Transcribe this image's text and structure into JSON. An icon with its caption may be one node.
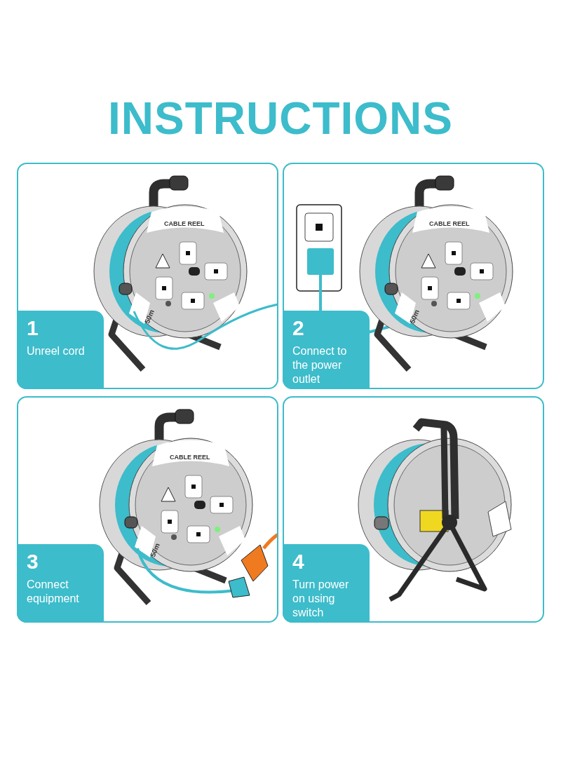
{
  "diagram": {
    "title": "INSTRUCTIONS",
    "nodes": [
      {
        "text": [],
        "shape": "box"
      },
      {
        "text": [
          "1",
          "Unreel cord"
        ],
        "in": 0
      },
      {
        "text": [],
        "shape": "box"
      },
      {
        "text": [
          "2",
          "Connect to the power outlet"
        ],
        "in": 2
      },
      {
        "text": [],
        "shape": "box"
      },
      {
        "text": [
          "3",
          "Connect equipment"
        ],
        "in": 4
      },
      {
        "text": [],
        "shape": "box"
      },
      {
        "text": [
          "4",
          "Turn power on using switch"
        ],
        "in": 6
      }
    ],
    "labels": [
      "CABLE REEL",
      "50m",
      "CABLE REEL",
      "50m",
      "CABLE REEL",
      "50m"
    ]
  }
}
